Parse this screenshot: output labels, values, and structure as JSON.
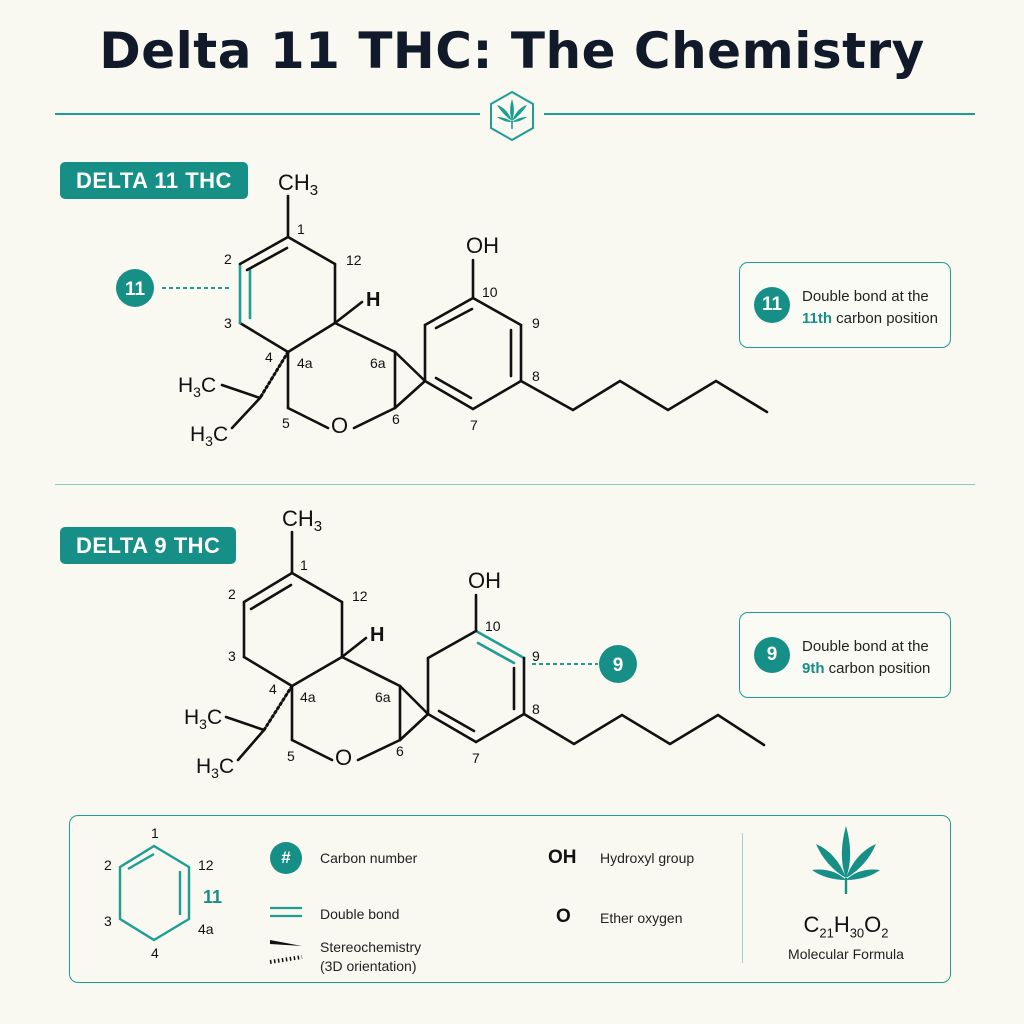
{
  "title": "Delta 11 THC: The Chemistry",
  "sections": [
    {
      "badge": "DELTA 11 THC",
      "callout": {
        "number": "11",
        "line1": "Double bond at the",
        "highlight": "11th",
        "rest": " carbon position"
      }
    },
    {
      "badge": "DELTA 9 THC",
      "callout": {
        "number": "9",
        "line1": "Double bond at the",
        "highlight": "9th",
        "rest": " carbon position"
      }
    }
  ],
  "molecule_labels": {
    "ch3": "CH",
    "ch3_sub": "3",
    "oh": "OH",
    "h": "H",
    "o": "O",
    "h3c": "H",
    "h3c_sub": "3",
    "h3c_c": "C",
    "n1": "1",
    "n2": "2",
    "n3": "3",
    "n4": "4",
    "n4a": "4a",
    "n5": "5",
    "n6": "6",
    "n6a": "6a",
    "n7": "7",
    "n8": "8",
    "n9": "9",
    "n10": "10",
    "n12": "12"
  },
  "ring_labels": {
    "c1": "1",
    "c2": "2",
    "c3": "3",
    "c4": "4",
    "c12": "12",
    "c4a": "4a",
    "c11": "11"
  },
  "legend": {
    "carbon_symbol": "#",
    "carbon_label": "Carbon number",
    "double_bond_label": "Double bond",
    "stereo_line1": "Stereochemistry",
    "stereo_line2": "(3D orientation)",
    "oh_symbol": "OH",
    "oh_label": "Hydroxyl group",
    "o_symbol": "O",
    "o_label": "Ether oxygen",
    "formula_c": "C",
    "formula_c_sub": "21",
    "formula_h": "H",
    "formula_h_sub": "30",
    "formula_o": "O",
    "formula_o_sub": "2",
    "formula_label": "Molecular Formula"
  },
  "colors": {
    "accent": "#168f86",
    "background": "#f9f8f1",
    "text": "#111a2b"
  },
  "icons": [
    "cannabis-leaf-icon",
    "hexagon-emblem-icon"
  ]
}
